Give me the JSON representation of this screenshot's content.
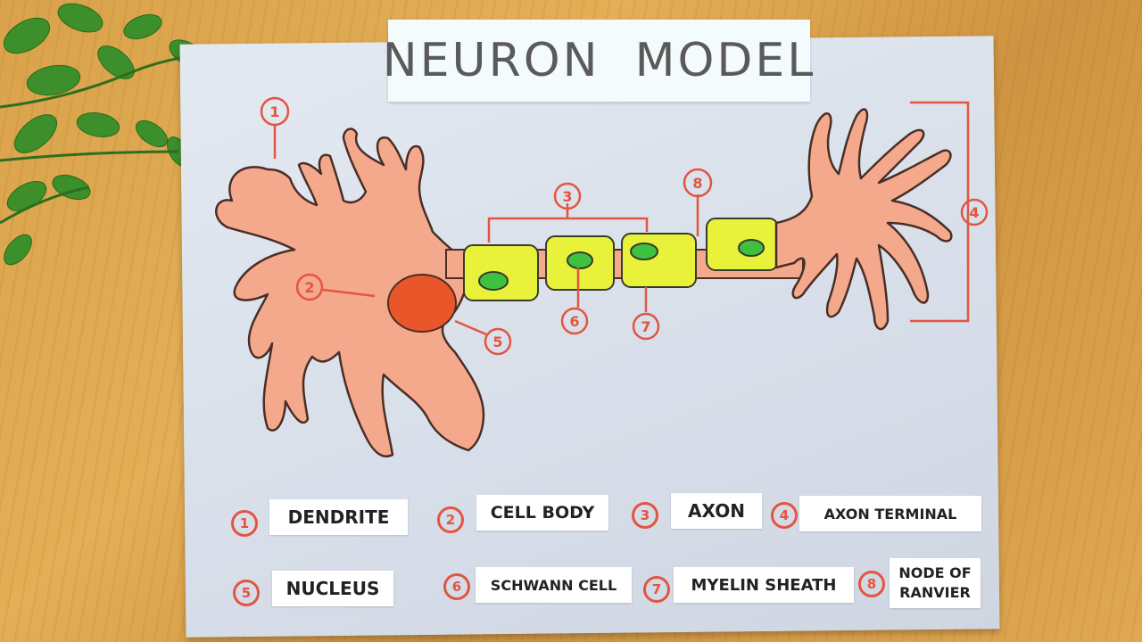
{
  "title": "NEURON  MODEL",
  "diagram_numbers": [
    "1",
    "2",
    "3",
    "4",
    "5",
    "6",
    "7",
    "8"
  ],
  "legend": [
    {
      "number": "1",
      "label": "DENDRITE"
    },
    {
      "number": "2",
      "label": "CELL BODY"
    },
    {
      "number": "3",
      "label": "AXON"
    },
    {
      "number": "4",
      "label": "AXON TERMINAL"
    },
    {
      "number": "5",
      "label": "NUCLEUS"
    },
    {
      "number": "6",
      "label": "SCHWANN CELL"
    },
    {
      "number": "7",
      "label": "MYELIN SHEATH"
    },
    {
      "number": "8",
      "label_line1": "NODE OF",
      "label_line2": "RANVIER"
    }
  ],
  "colors": {
    "neuron": "#f5a98c",
    "nucleus": "#e8562a",
    "schwann": "#e8f23a",
    "schwann_nucleus": "#3fc140",
    "annotation": "#e25540",
    "board": "#dde3ec"
  }
}
